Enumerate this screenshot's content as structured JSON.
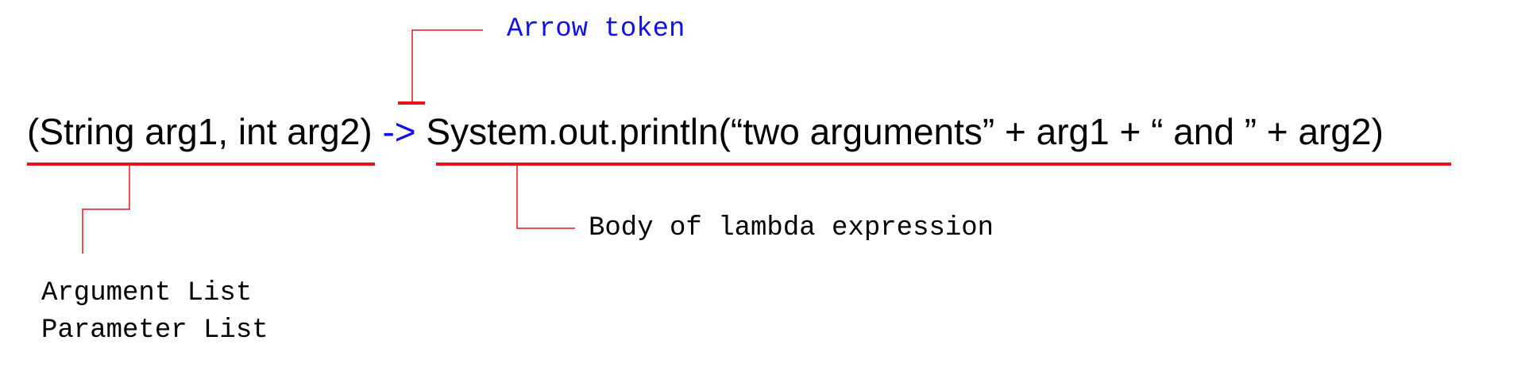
{
  "code": {
    "params": "(String arg1, int arg2)",
    "arrow": "->",
    "body": "System.out.println(“two arguments” + arg1 + “ and ” + arg2)"
  },
  "labels": {
    "arrow_token": "Arrow token",
    "body": "Body of lambda expression",
    "argument_list": "Argument List",
    "parameter_list": "Parameter List"
  },
  "colors": {
    "underline": "#e8141c",
    "connector": "#e8141c",
    "arrow_text": "#1010e8",
    "text": "#000000"
  }
}
